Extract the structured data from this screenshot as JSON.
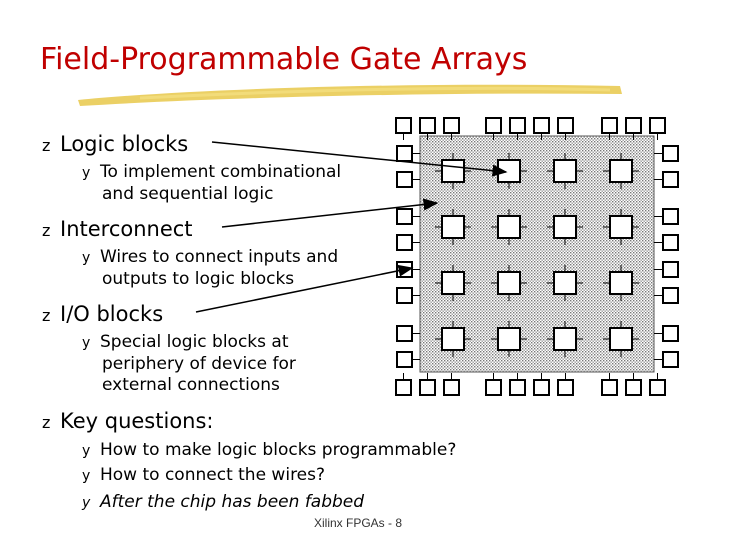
{
  "slide": {
    "title": "Field-Programmable Gate Arrays",
    "bullet_glyph": "z",
    "sub_bullet_glyph": "y",
    "bullets": [
      {
        "label": "Logic blocks",
        "subs": [
          [
            "To implement combinational",
            "and sequential logic"
          ]
        ]
      },
      {
        "label": "Interconnect",
        "subs": [
          [
            "Wires to connect inputs and",
            "outputs to logic blocks"
          ]
        ]
      },
      {
        "label": "I/O blocks",
        "subs": [
          [
            "Special logic blocks at",
            "periphery of device for",
            "external connections"
          ]
        ]
      },
      {
        "label": "Key questions:",
        "subs": [
          [
            "How to make logic blocks programmable?"
          ],
          [
            "How to connect the wires?"
          ],
          [
            "After the chip has been fabbed"
          ]
        ]
      }
    ],
    "footer": "Xilinx FPGAs - 8",
    "colors": {
      "title": "#c00000",
      "underline": "#e8c84a"
    }
  }
}
